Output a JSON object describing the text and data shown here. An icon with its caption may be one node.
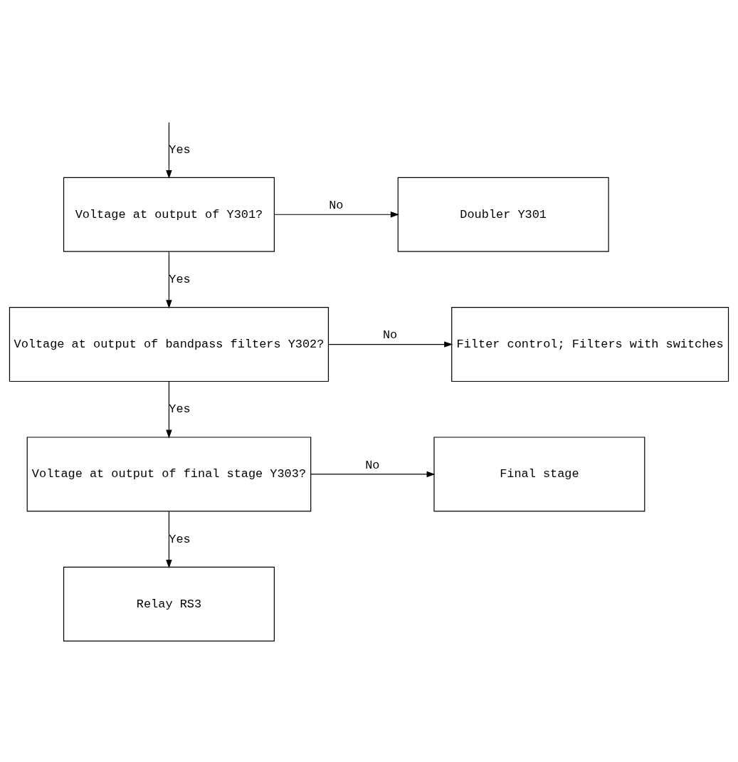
{
  "diagram": {
    "nodes": [
      {
        "text": [
          "Voltage at output of Y301?"
        ]
      },
      {
        "text": [
          "Doubler Y301"
        ]
      },
      {
        "text": [
          "Voltage at output of bandpass filters Y302?"
        ]
      },
      {
        "text": [
          "Filter control; Filters with switches"
        ]
      },
      {
        "text": [
          "Voltage at output of final stage Y303?"
        ]
      },
      {
        "text": [
          "Final stage"
        ]
      },
      {
        "text": [
          "Relay RS3"
        ]
      }
    ],
    "edges": [
      {
        "from": null,
        "to": 0,
        "arrow": "to",
        "label": "Yes"
      },
      {
        "from": 0,
        "to": 1,
        "arrow": "to",
        "label": "No"
      },
      {
        "from": 0,
        "to": 2,
        "arrow": "to",
        "label": "Yes"
      },
      {
        "from": 2,
        "to": 3,
        "arrow": "to",
        "label": "No"
      },
      {
        "from": 2,
        "to": 4,
        "arrow": "to",
        "label": "Yes"
      },
      {
        "from": 4,
        "to": 5,
        "arrow": "to",
        "label": "No"
      },
      {
        "from": 4,
        "to": 6,
        "arrow": "to",
        "label": "Yes"
      }
    ]
  }
}
